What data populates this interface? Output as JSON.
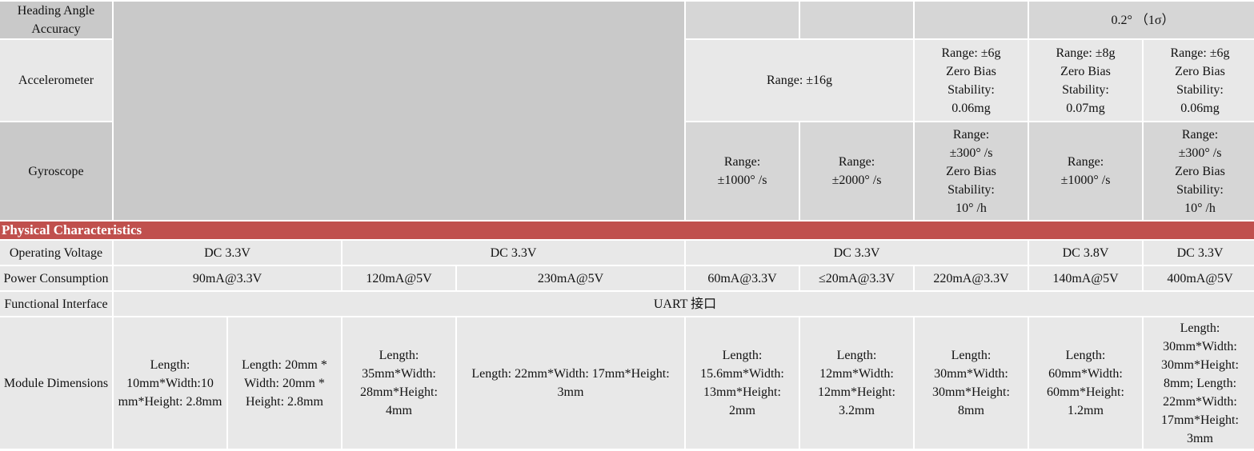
{
  "rows": {
    "heading": {
      "label": "Heading Angle Accuracy",
      "value": "0.2°  （1σ）"
    },
    "accelerometer": {
      "label": "Accelerometer",
      "range16": "Range: ±16g",
      "c7": [
        "Range: ±6g",
        "Zero Bias",
        "Stability:",
        "0.06mg"
      ],
      "c8": [
        "Range: ±8g",
        "Zero Bias",
        "Stability:",
        "0.07mg"
      ],
      "c9": [
        "Range: ±6g",
        "Zero Bias",
        "Stability:",
        "0.06mg"
      ]
    },
    "gyroscope": {
      "label": "Gyroscope",
      "c5": [
        "Range:",
        "±1000°  /s"
      ],
      "c6": [
        "Range:",
        "±2000°  /s"
      ],
      "c7": [
        "Range:",
        "±300°  /s",
        "Zero Bias",
        "Stability:",
        "10°  /h"
      ],
      "c8": [
        "Range:",
        "±1000°  /s"
      ],
      "c9": [
        "Range:",
        "±300°  /s",
        "Zero Bias",
        "Stability:",
        "10°  /h"
      ]
    },
    "section_title": "Physical Characteristics",
    "voltage": {
      "label": "Operating Voltage",
      "v1": "DC 3.3V",
      "v2": "DC 3.3V",
      "v3": "DC 3.3V",
      "v4": "DC 3.8V",
      "v5": "DC 3.3V"
    },
    "power": {
      "label": "Power Consumption",
      "p1": "90mA@3.3V",
      "p2": "120mA@5V",
      "p3": "230mA@5V",
      "p4": "60mA@3.3V",
      "p5": "≤20mA@3.3V",
      "p6": "220mA@3.3V",
      "p7": "140mA@5V",
      "p8": "400mA@5V"
    },
    "interface": {
      "label": "Functional Interface",
      "value": "UART 接口"
    },
    "dimensions": {
      "label": "Module Dimensions",
      "d1": "Length: 10mm*Width:10 mm*Height: 2.8mm",
      "d2": "Length: 20mm * Width: 20mm * Height: 2.8mm",
      "d3": "Length: 35mm*Width: 28mm*Height: 4mm",
      "d4": "Length: 22mm*Width: 17mm*Height: 3mm",
      "d5": "Length: 15.6mm*Width: 13mm*Height: 2mm",
      "d6": "Length: 12mm*Width: 12mm*Height: 3.2mm",
      "d7": "Length: 30mm*Width: 30mm*Height: 8mm",
      "d8": "Length: 60mm*Width: 60mm*Height: 1.2mm",
      "d9": "Length: 30mm*Width: 30mm*Height: 8mm; Length: 22mm*Width: 17mm*Height: 3mm"
    }
  }
}
